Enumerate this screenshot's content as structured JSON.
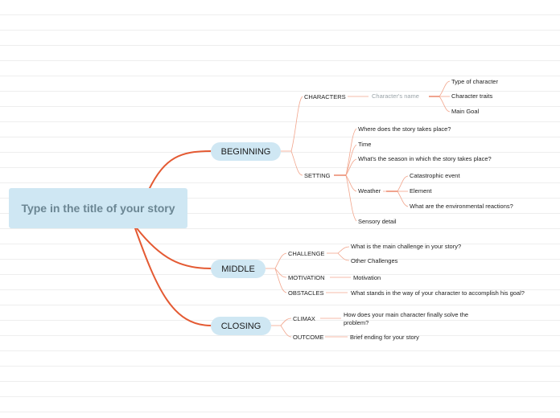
{
  "root": {
    "title": "Type in the title of your story"
  },
  "colors": {
    "main_line": "#e45a33",
    "thin_line": "#f2a58c",
    "node_fill": "#cfe7f3",
    "root_text": "#6b8693"
  },
  "beginning": {
    "label": "BEGINNING",
    "characters": {
      "label": "CHARACTERS",
      "name_placeholder": "Character's name",
      "items": [
        "Type of character",
        "Character traits",
        "Main Goal"
      ]
    },
    "setting": {
      "label": "SETTING",
      "where": "Where does the story takes place?",
      "time": "Time",
      "season": "What's the season in which the story takes place?",
      "weather": {
        "label": "Weather",
        "items": [
          "Catastrophic event",
          "Element",
          "What are the environmental reactions?"
        ]
      },
      "sensory": "Sensory detail"
    }
  },
  "middle": {
    "label": "MIDDLE",
    "challenge": {
      "label": "CHALLENGE",
      "items": [
        "What is the main challenge in your story?",
        "Other Challenges"
      ]
    },
    "motivation": {
      "label": "MOTIVATION",
      "item": "Motivation"
    },
    "obstacles": {
      "label": "OBSTACLES",
      "item": "What stands in the way of your character to accomplish his goal?"
    }
  },
  "closing": {
    "label": "CLOSING",
    "climax": {
      "label": "CLIMAX",
      "item": "How does your main character finally solve the problem?"
    },
    "outcome": {
      "label": "OUTCOME",
      "item": "Brief ending for your story"
    }
  }
}
